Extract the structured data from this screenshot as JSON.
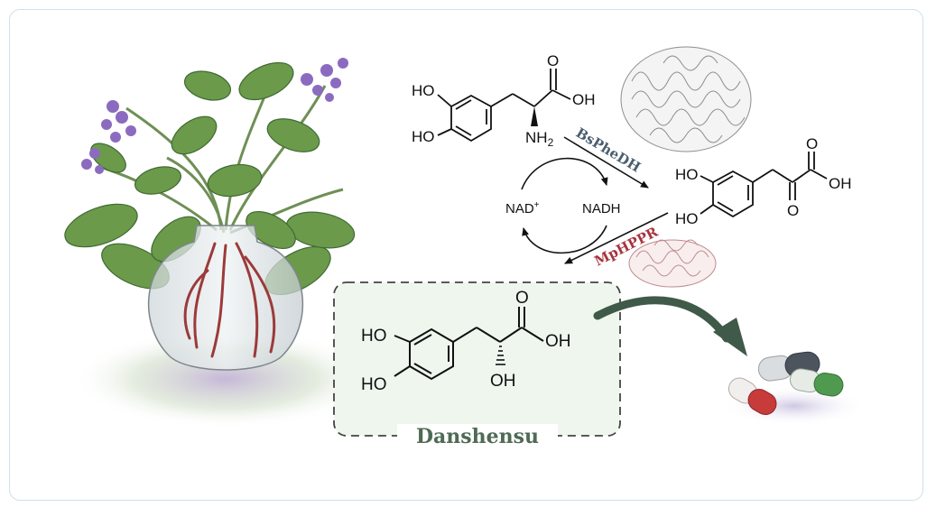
{
  "reactant": {
    "labels": {
      "ho_top": "HO",
      "ho_bottom": "HO",
      "carbonyl_o": "O",
      "oh": "OH",
      "amine": "NH2"
    }
  },
  "enzyme_forward": {
    "label": "BsPheDH",
    "color": "#4a5d6e"
  },
  "enzyme_reverse": {
    "label": "MpHPPR",
    "color": "#a8343e"
  },
  "cofactors": {
    "oxidized": "NAD",
    "oxidized_charge": "+",
    "reduced": "NADH"
  },
  "intermediate": {
    "labels": {
      "ho_top": "HO",
      "ho_bottom": "HO",
      "acid_o": "O",
      "oh": "OH",
      "keto_o": "O"
    }
  },
  "product": {
    "name": "Danshensu",
    "labels": {
      "ho_top": "HO",
      "ho_bottom": "HO",
      "carbonyl_o": "O",
      "oh": "OH",
      "hydroxyl": "OH"
    },
    "box_fill": "#eef6ee",
    "box_border": "#444444"
  },
  "colors": {
    "flow_arrow": "#3f5a48",
    "bond": "#111111",
    "pill_red": "#c73b3b",
    "pill_green": "#4f9a4f",
    "pill_gray": "#4c555e",
    "flower": "#8b6bbf",
    "leaf": "#6b9a4a"
  }
}
